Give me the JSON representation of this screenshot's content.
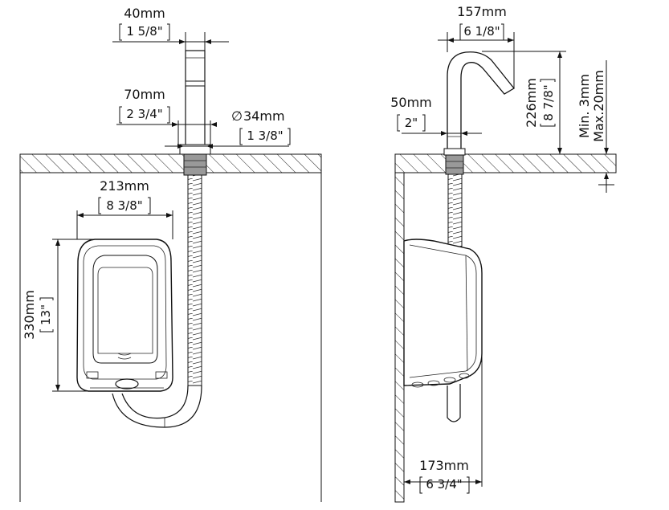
{
  "front_view": {
    "spout_width": {
      "mm": "40mm",
      "inch": "1 5/8\""
    },
    "spout_base_width": {
      "mm": "70mm",
      "inch": "2 3/4\""
    },
    "hole_diameter": {
      "mm": "34mm",
      "inch": "1 3/8\"",
      "symbol": "∅"
    },
    "unit_width": {
      "mm": "213mm",
      "inch": "8 3/8\""
    },
    "unit_height": {
      "mm": "330mm",
      "inch": "13\""
    }
  },
  "side_view": {
    "spout_reach": {
      "mm": "157mm",
      "inch": "6 1/8\""
    },
    "spout_base_depth": {
      "mm": "50mm",
      "inch": "2\""
    },
    "spout_height": {
      "mm": "226mm",
      "inch": "8 7/8\""
    },
    "counter_thickness": {
      "min": "Min. 3mm",
      "max": "Max.20mm"
    },
    "unit_depth": {
      "mm": "173mm",
      "inch": "6 3/4\""
    }
  },
  "colors": {
    "line": "#111111",
    "background": "#ffffff",
    "hatch": "#222222"
  }
}
